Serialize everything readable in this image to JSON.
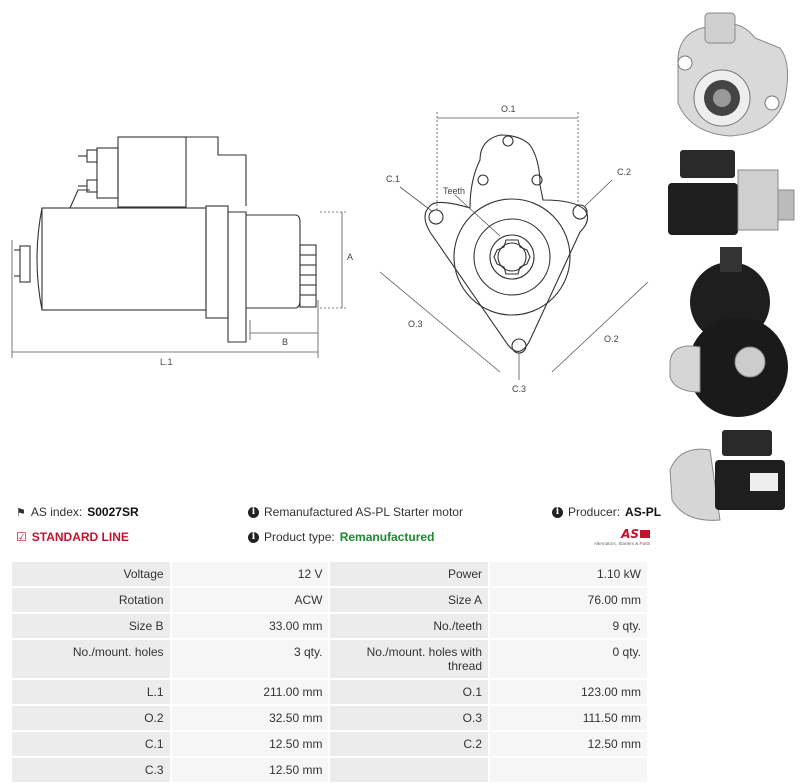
{
  "drawing_labels": {
    "l1": "L.1",
    "a": "A",
    "b": "B",
    "o1": "O.1",
    "o2": "O.2",
    "o3": "O.3",
    "c1": "C.1",
    "c2": "C.2",
    "c3": "C.3",
    "teeth": "Teeth"
  },
  "info": {
    "as_index_label": "AS index:",
    "as_index_value": "S0027SR",
    "standard_line": "STANDARD LINE",
    "description": "Remanufactured AS-PL Starter motor",
    "product_type_label": "Product type:",
    "product_type_value": "Remanufactured",
    "producer_label": "Producer:",
    "producer_value": "AS-PL"
  },
  "logo": {
    "mark": "AS",
    "tagline": "Alternators, Starters & Parts"
  },
  "specs": [
    [
      "Voltage",
      "12 V",
      "Power",
      "1.10 kW"
    ],
    [
      "Rotation",
      "ACW",
      "Size A",
      "76.00 mm"
    ],
    [
      "Size B",
      "33.00 mm",
      "No./teeth",
      "9 qty."
    ],
    [
      "No./mount. holes",
      "3 qty.",
      "No./mount. holes with thread",
      "0 qty."
    ],
    [
      "L.1",
      "211.00 mm",
      "O.1",
      "123.00 mm"
    ],
    [
      "O.2",
      "32.50 mm",
      "O.3",
      "111.50 mm"
    ],
    [
      "C.1",
      "12.50 mm",
      "C.2",
      "12.50 mm"
    ],
    [
      "C.3",
      "12.50 mm",
      "",
      ""
    ]
  ],
  "colors": {
    "accent_red": "#c8102e",
    "accent_green": "#1c8a2e"
  }
}
